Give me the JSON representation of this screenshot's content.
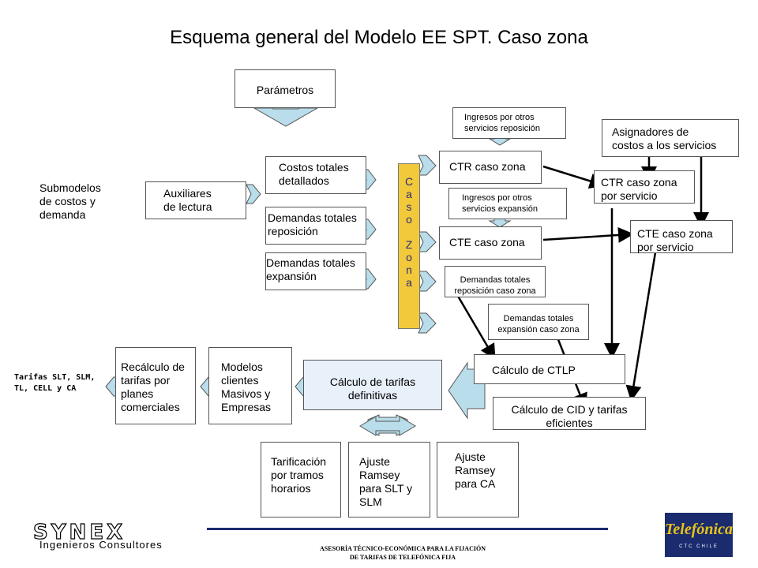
{
  "title": "Esquema general del Modelo EE SPT. Caso zona",
  "nodes": {
    "parametros": "Parámetros",
    "submodelos": "Submodelos\nde costos y\ndemanda",
    "auxiliares": "Auxiliares\nde lectura",
    "costos_totales": "Costos totales\ndetallados",
    "demandas_reposicion": "Demandas totales\nreposición",
    "demandas_expansion": "Demandas totales\nexpansión",
    "caso_zona": "C\na\ns\no\n \nZ\no\nn\na",
    "ingresos_reposicion": "Ingresos por otros\nservicios reposición",
    "ctr_caso_zona": "CTR caso zona",
    "ingresos_expansion": "Ingresos por otros\nservicios expansión",
    "cte_caso_zona": "CTE caso zona",
    "asignadores": "Asignadores de\ncostos a los servicios",
    "ctr_por_servicio": "CTR caso zona\npor servicio",
    "cte_por_servicio": "CTE caso zona\npor servicio",
    "demandas_rep_zona": "Demandas totales\nreposición caso zona",
    "demandas_exp_zona": "Demandas totales\nexpansión caso zona",
    "calculo_ctlp": "Cálculo de CTLP",
    "calculo_cid": "Cálculo de CID y tarifas\neficientes",
    "calculo_tarifas": "Cálculo de tarifas\ndefinitivas",
    "modelos_clientes": "Modelos\nclientes\nMasivos y\nEmpresas",
    "recalculo": "Recálculo de\ntarifas por\nplanes\ncomerciales",
    "tarifas_label": "Tarifas SLT, SLM,\nTL, CELL y CA",
    "tarificacion": "Tarificación\npor tramos\nhorarios",
    "ramsey_slt": "Ajuste\nRamsey\npara SLT y\nSLM",
    "ramsey_ca": "Ajuste\nRamsey\npara CA"
  },
  "footer": {
    "company": "SYNEX",
    "company_sub": "Ingenieros Consultores",
    "text": "ASESORÍA TÉCNICO-ECONÓMICA PARA LA FIJACIÓN\nDE TARIFAS DE TELEFÓNICA FIJA",
    "logo_word": "Telefónica",
    "logo_sub": "CTC CHILE"
  },
  "colors": {
    "caso_zona_fill": "#f2c93a",
    "arrow_fill": "#b9ddea",
    "light_blue_box": "#e8f0fa",
    "logo_bg": "#1a2c6e"
  }
}
